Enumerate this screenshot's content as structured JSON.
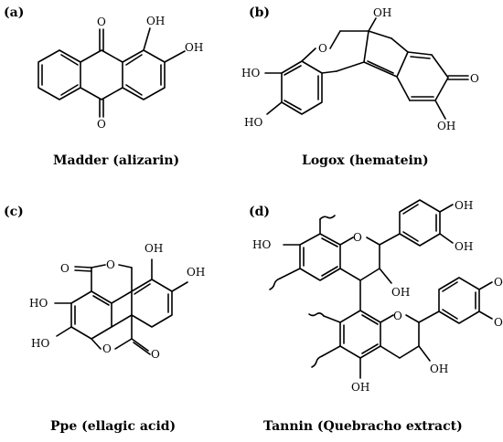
{
  "panels": [
    {
      "letter": "(a)",
      "caption": "Madder (alizarin)"
    },
    {
      "letter": "(b)",
      "caption": "Logox (hematein)"
    },
    {
      "letter": "(c)",
      "caption": "Ppe (ellagic acid)"
    },
    {
      "letter": "(d)",
      "caption": "Tannin (Quebracho extract)"
    }
  ],
  "atoms": {
    "oh": "OH",
    "ho": "HO",
    "o": "O",
    "o_trunc": "O"
  }
}
